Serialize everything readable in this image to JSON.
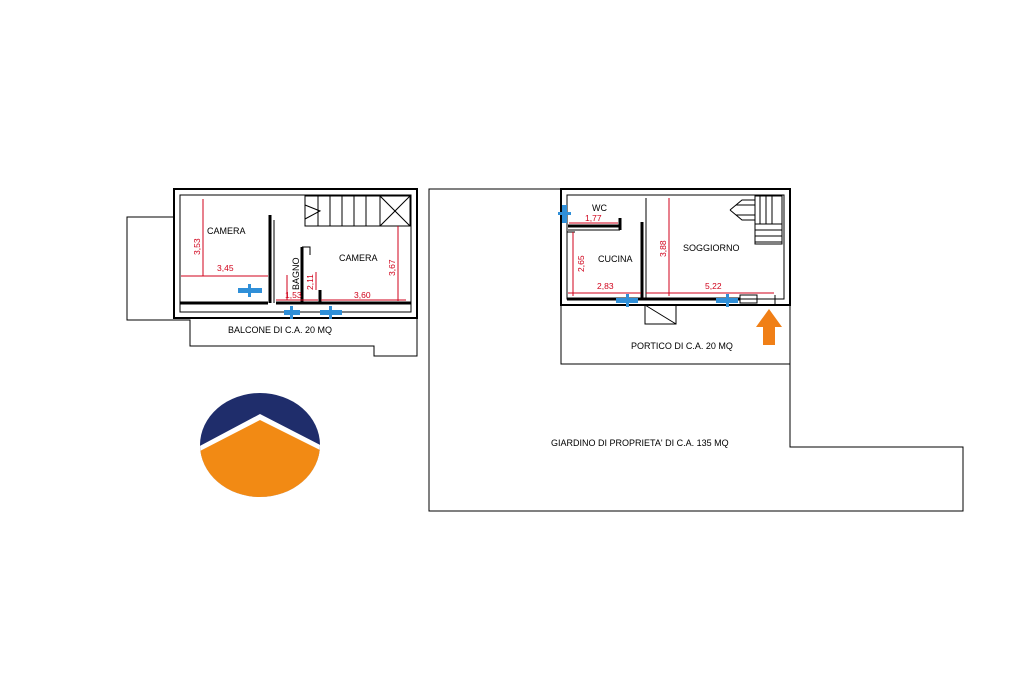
{
  "floor_upper": {
    "rooms": {
      "camera_left": "CAMERA",
      "camera_right": "CAMERA",
      "bagno": "BAGNO",
      "balcone": "BALCONE DI C.A. 20 MQ"
    },
    "dimensions": {
      "camera_left_height": "3,53",
      "camera_left_width": "3,45",
      "bagno_height": "2,11",
      "bagno_width": "1,53",
      "camera_right_width": "3,60",
      "camera_right_height": "3,67"
    }
  },
  "floor_ground": {
    "rooms": {
      "wc": "WC",
      "cucina": "CUCINA",
      "soggiorno": "SOGGIORNO",
      "portico": "PORTICO DI C.A. 20 MQ",
      "giardino": "GIARDINO DI PROPRIETA' DI C.A. 135 MQ"
    },
    "dimensions": {
      "wc_width": "1,77",
      "cucina_height": "2,65",
      "cucina_width": "2,83",
      "soggiorno_height": "3,88",
      "soggiorno_width": "5,22"
    }
  },
  "colors": {
    "dimension": "#d0021b",
    "window": "#2f8fd8",
    "entrance_arrow": "#f07f16",
    "logo_top": "#1f2d6b",
    "logo_bottom": "#f28a14"
  },
  "icons": {
    "entrance": "entrance-arrow-icon",
    "logo": "company-logo-icon"
  }
}
